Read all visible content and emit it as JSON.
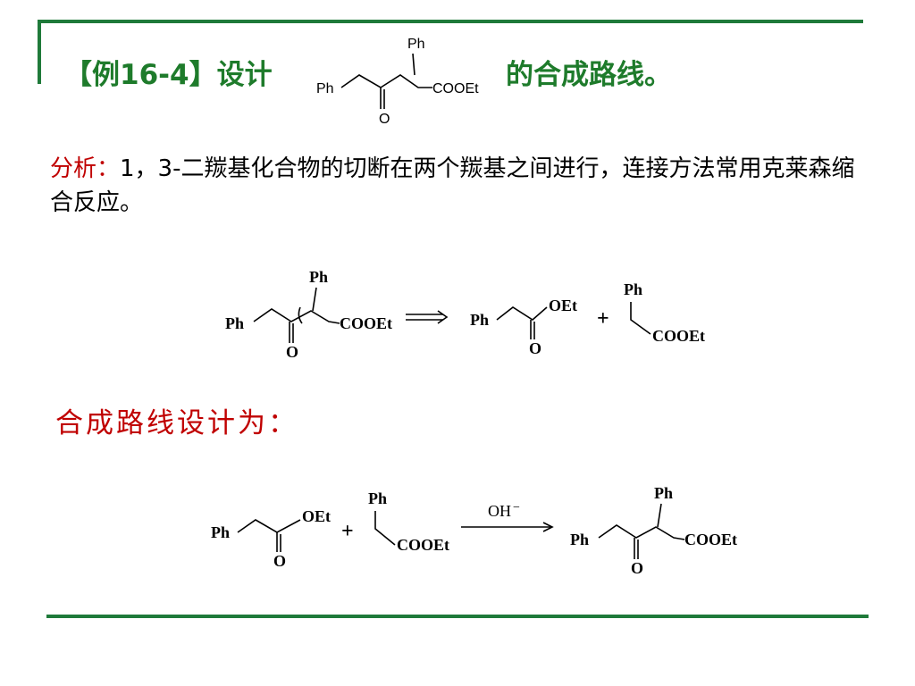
{
  "title": {
    "prefix": "【例16-4】设计",
    "suffix": "的合成路线。"
  },
  "analysis": {
    "label": "分析：",
    "text": "1，3-二羰基化合物的切断在两个羰基之间进行，连接方法常用克莱森缩合反应。"
  },
  "route_title": "合成路线设计为：",
  "labels": {
    "ph": "Ph",
    "cooet": "COOEt",
    "oet": "OEt",
    "o": "O",
    "plus": "+",
    "oh": "OH",
    "minus": "−"
  },
  "colors": {
    "green": "#1e7b2b",
    "red": "#c00000",
    "rule": "#1f7a3a"
  }
}
